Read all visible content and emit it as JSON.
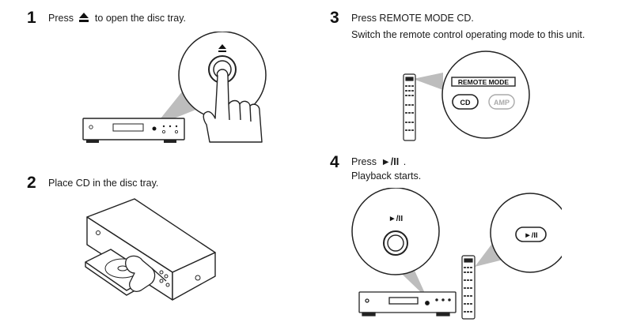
{
  "step1": {
    "number": "1",
    "text_before": "Press",
    "icon": "eject-icon",
    "text_after": "to open the disc tray."
  },
  "step2": {
    "number": "2",
    "text": "Place CD in the disc tray."
  },
  "step3": {
    "number": "3",
    "line1": "Press REMOTE MODE CD.",
    "line2": "Switch the remote control operating mode to this unit.",
    "remote_mode_label": "REMOTE MODE",
    "cd_label": "CD",
    "amp_label": "AMP"
  },
  "step4": {
    "number": "4",
    "text_before": "Press",
    "button_glyph": "►/II",
    "text_after": ".",
    "line2": "Playback starts.",
    "callout_label": "►/II",
    "button_label": "►/II"
  }
}
